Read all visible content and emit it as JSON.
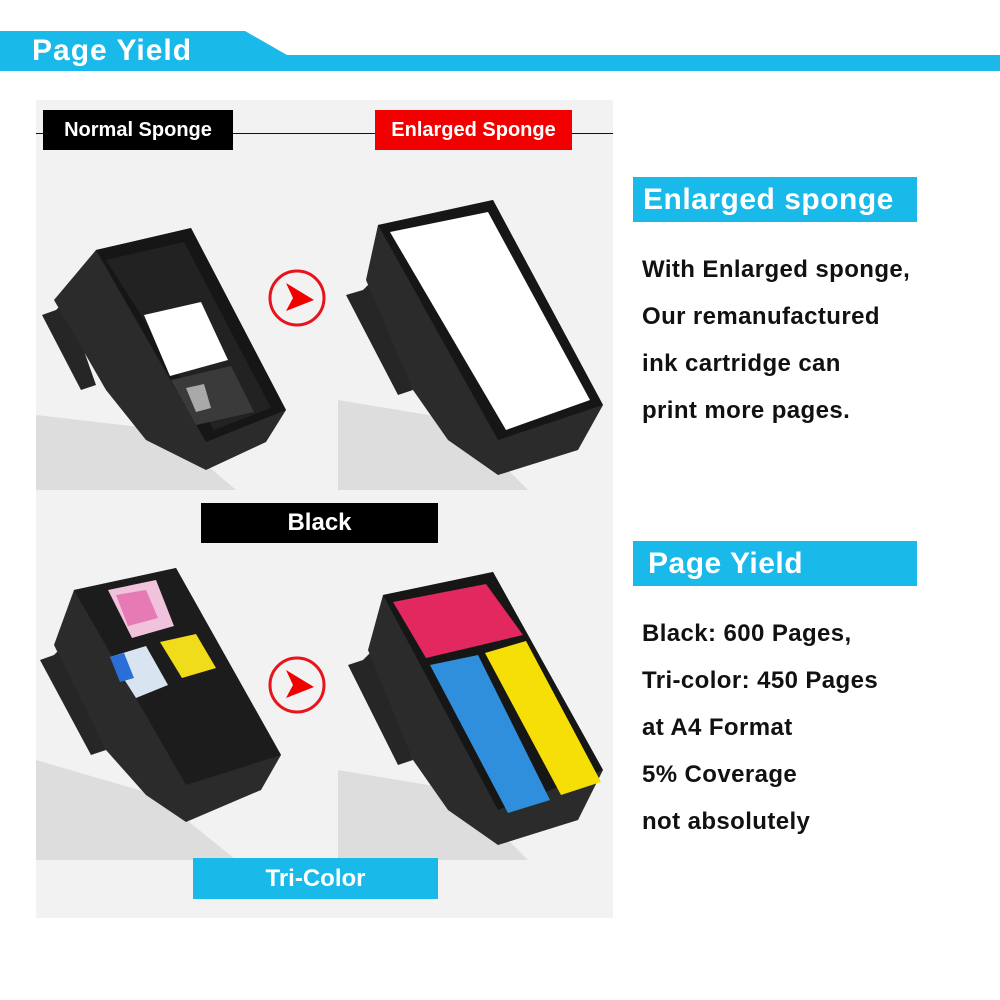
{
  "header": {
    "title": "Page Yield",
    "accent_color": "#19b9e9"
  },
  "comparison": {
    "left_tag": "Normal Sponge",
    "right_tag": "Enlarged Sponge",
    "left_tag_color": "#000000",
    "right_tag_color": "#f20000",
    "rows": [
      {
        "caption": "Black",
        "caption_color": "#000000"
      },
      {
        "caption": "Tri-Color",
        "caption_color": "#19b9e9"
      }
    ],
    "arrow_icon": "right-arrow-circle-icon",
    "arrow_color": "#e8141c"
  },
  "sections": [
    {
      "heading": "Enlarged sponge",
      "lines": [
        "With Enlarged sponge,",
        "Our remanufactured",
        "ink cartridge can",
        "print more pages."
      ]
    },
    {
      "heading": "Page Yield",
      "lines": [
        "Black: 600 Pages,",
        "Tri-color: 450 Pages",
        "at A4 Format",
        "5% Coverage",
        "not absolutely"
      ]
    }
  ]
}
